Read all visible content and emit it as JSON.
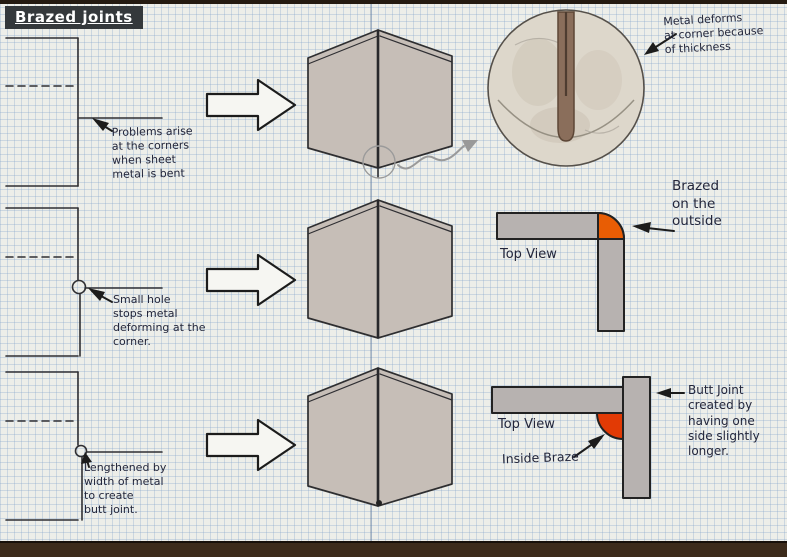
{
  "title": "Brazed joints",
  "colors": {
    "ink": "#23263b",
    "braze_outside": "#e85d04",
    "braze_inside": "#e23a05",
    "metal_panel": "#c6beb7",
    "metal_bar": "#b7b2b0",
    "paper": "#edeee9",
    "desk": "#3c2b1b"
  },
  "rows": [
    {
      "left_note": "Problems arise\nat the corners\nwhen sheet\nmetal is bent",
      "right_note": "Metal deforms\nat corner because\nof thickness"
    },
    {
      "left_note": "Small hole\nstops metal\ndeforming at the\ncorner.",
      "top_view_label": "Top View",
      "right_note": "Brazed\non the\noutside"
    },
    {
      "left_note": "Lengthened by\nwidth of metal\nto create\nbutt joint.",
      "top_view_label": "Top View",
      "inside_label": "Inside Braze",
      "right_note": "Butt Joint\ncreated by\nhaving one\nside slightly\nlonger."
    }
  ]
}
